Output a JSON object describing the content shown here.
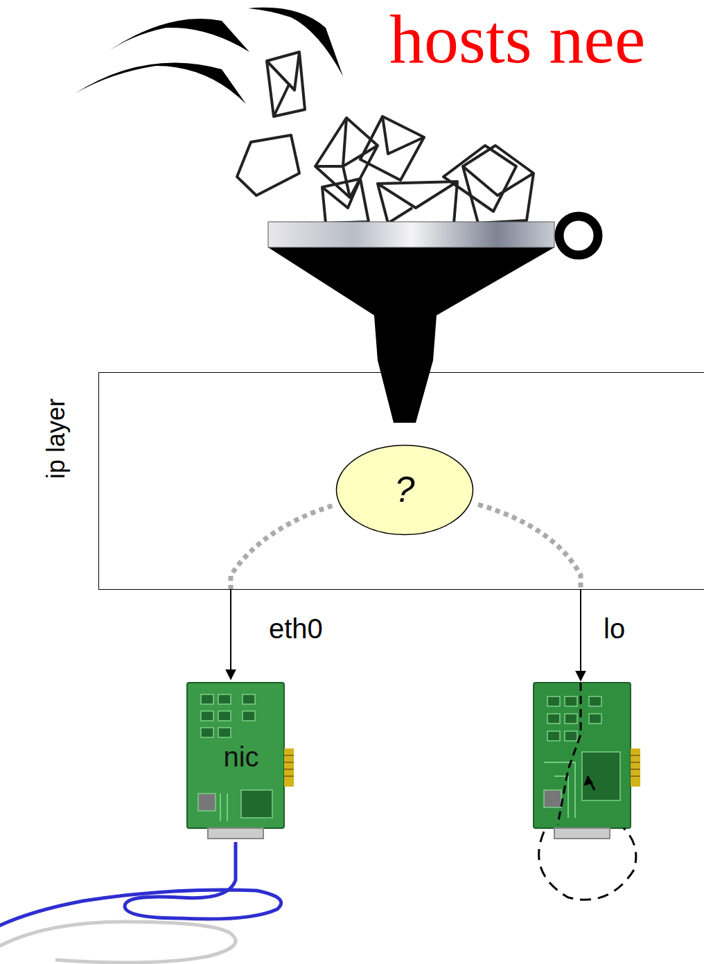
{
  "diagram": {
    "title": "hosts nee",
    "nodes": [
      {
        "text": [
          "ip layer"
        ]
      },
      {
        "text": [
          "?"
        ],
        "in": 0
      },
      {
        "text": [
          "nic"
        ]
      }
    ],
    "edges": [
      {
        "from": 0,
        "to": 2,
        "arrow": "to"
      }
    ],
    "labels": [
      "eth0",
      "lo"
    ]
  }
}
